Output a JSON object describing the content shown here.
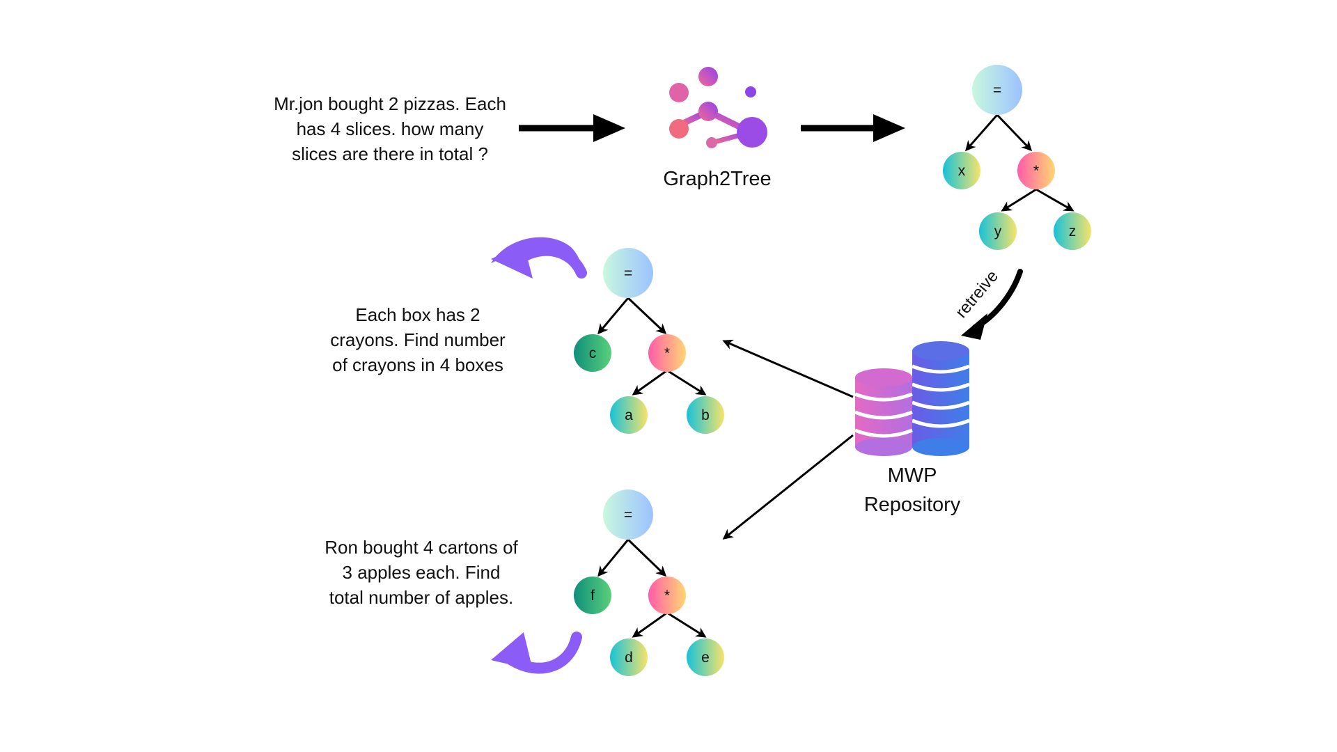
{
  "input_problem": {
    "lines": [
      "Mr.jon bought 2 pizzas. Each",
      "has 4 slices. how many",
      "slices are there in total ?"
    ]
  },
  "model": {
    "name": "Graph2Tree",
    "icon": "molecule-network-icon"
  },
  "output_tree": {
    "root": "=",
    "left": "x",
    "op": "*",
    "op_left": "y",
    "op_right": "z"
  },
  "retrieve_label": "retreive",
  "repository": {
    "line1": "MWP",
    "line2": "Repository",
    "icon": "database-icon"
  },
  "retrieved": [
    {
      "lines": [
        "Each box has 2",
        "crayons. Find number",
        "of crayons in 4 boxes"
      ],
      "tree": {
        "root": "=",
        "left": "c",
        "op": "*",
        "op_left": "a",
        "op_right": "b"
      }
    },
    {
      "lines": [
        "Ron bought 4 cartons of",
        "3 apples each. Find",
        "total number of apples."
      ],
      "tree": {
        "root": "=",
        "left": "f",
        "op": "*",
        "op_left": "d",
        "op_right": "e"
      }
    }
  ],
  "colors": {
    "arrow": "#000000",
    "curved_arrow": "#8b5cf6",
    "db_pink": "#d46ad6",
    "db_blue": "#4f6ee8",
    "root_node": [
      "#c6f7df",
      "#9fc3ff"
    ],
    "op_node": [
      "#ff5fa8",
      "#ffd36e"
    ],
    "leaf_node": [
      "#1fc3d6",
      "#f5e46a"
    ]
  }
}
